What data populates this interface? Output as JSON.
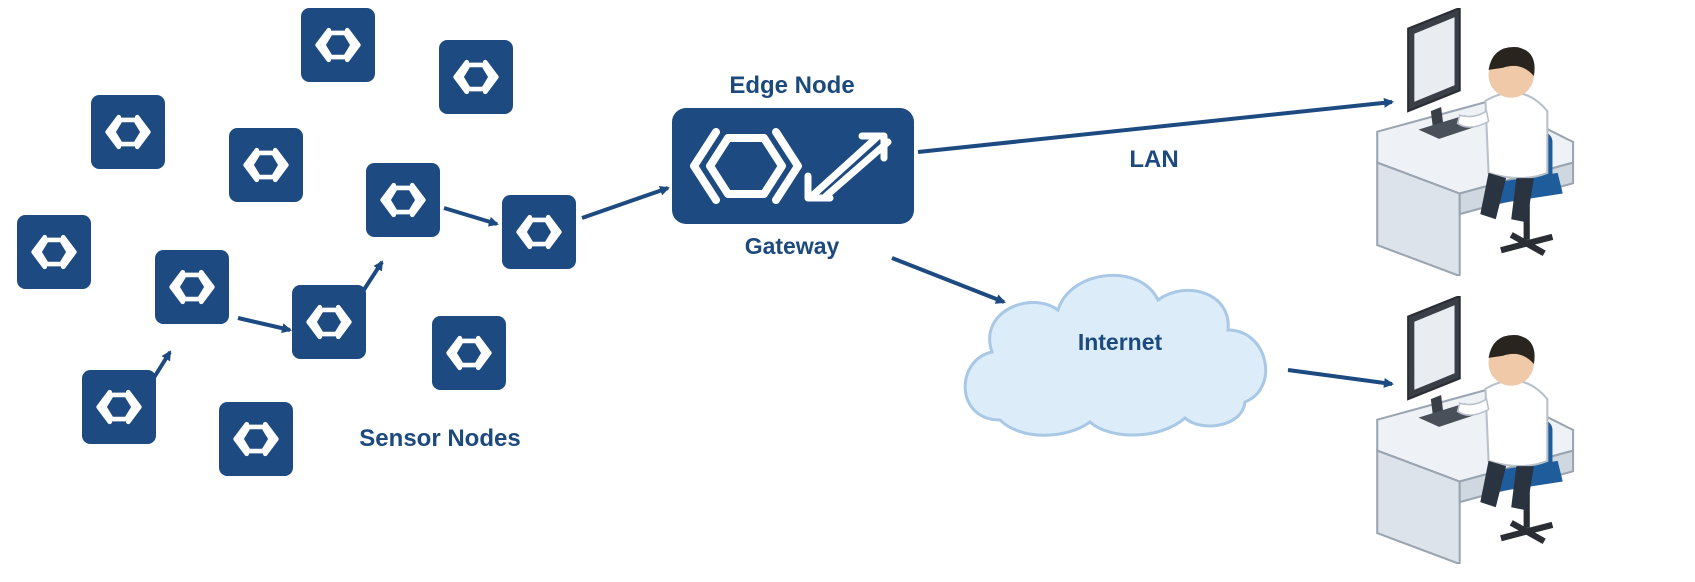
{
  "labels": {
    "edge_node": "Edge Node",
    "gateway": "Gateway",
    "lan": "LAN",
    "internet": "Internet",
    "sensor_nodes": "Sensor Nodes"
  },
  "colors": {
    "node_fill": "#1d4a80",
    "node_inner": "#ffffff",
    "arrow": "#1d4a80",
    "label_text": "#1c4a7e",
    "cloud_fill": "#dcecf9",
    "cloud_stroke": "#a9c8e6",
    "desk": "#eef1f5",
    "monitor": "#3a3f47",
    "chair": "#1f5c9c",
    "shirt": "#ffffff",
    "hair": "#2a241f"
  },
  "icons": {
    "sensor_node": "hexagon-node-icon",
    "gateway_transfer": "bidirectional-arrow-icon",
    "cloud": "cloud-icon",
    "workstation": "computer-user-icon"
  }
}
